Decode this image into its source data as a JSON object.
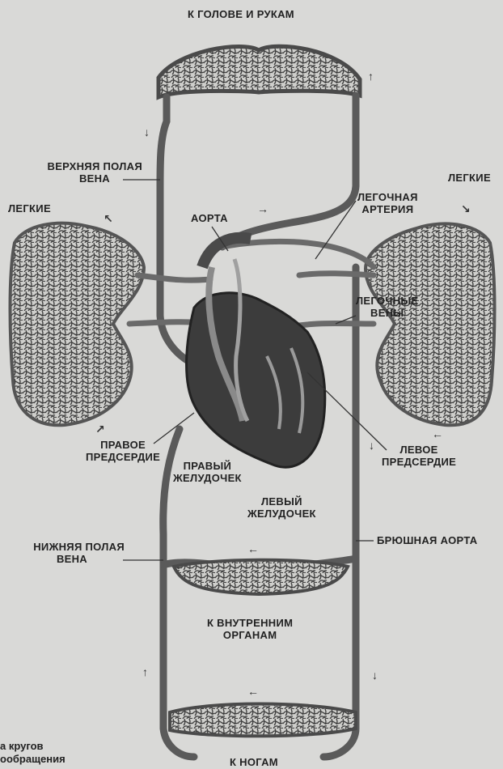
{
  "labels": {
    "to_head_arms": "К ГОЛОВЕ И РУКАМ",
    "svc_line1": "ВЕРХНЯЯ ПОЛАЯ",
    "svc_line2": "ВЕНА",
    "lungs_left": "ЛЕГКИЕ",
    "lungs_right": "ЛЕГКИЕ",
    "aorta": "АОРТА",
    "pulm_artery_line1": "ЛЕГОЧНАЯ",
    "pulm_artery_line2": "АРТЕРИЯ",
    "pulm_veins_line1": "ЛЕГОЧНЫЕ",
    "pulm_veins_line2": "ВЕНЫ",
    "right_atrium_line1": "ПРАВОЕ",
    "right_atrium_line2": "ПРЕДСЕРДИЕ",
    "right_ventricle_line1": "ПРАВЫЙ",
    "right_ventricle_line2": "ЖЕЛУДОЧЕК",
    "left_atrium_line1": "ЛЕВОЕ",
    "left_atrium_line2": "ПРЕДСЕРДИЕ",
    "left_ventricle_line1": "ЛЕВЫЙ",
    "left_ventricle_line2": "ЖЕЛУДОЧЕК",
    "ivc_line1": "НИЖНЯЯ ПОЛАЯ",
    "ivc_line2": "ВЕНА",
    "abdominal_aorta": "БРЮШНАЯ АОРТА",
    "internal_organs_line1": "К ВНУТРЕННИМ",
    "internal_organs_line2": "ОРГАНАМ",
    "to_legs": "К НОГАМ"
  },
  "caption": {
    "line1": "а кругов",
    "line2": "ообращения"
  },
  "colors": {
    "background": "#d9d9d7",
    "vessel": "#5a5a5a",
    "heart": "#3a3a3a",
    "capillary": "#444444"
  }
}
